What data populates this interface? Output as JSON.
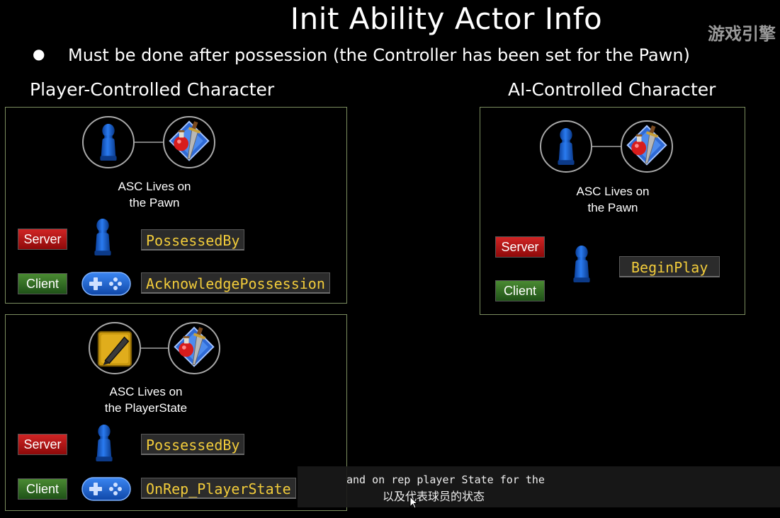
{
  "slide": {
    "title": "Init Ability Actor Info",
    "watermark": "游戏引擎",
    "bullet_symbol": "●",
    "bullet_text": "Must be done after possession (the Controller has been set for the Pawn)"
  },
  "player_section": {
    "title": "Player-Controlled Character",
    "pawn_panel": {
      "asc_label_line1": "ASC Lives on",
      "asc_label_line2": "the Pawn",
      "server_label": "Server",
      "server_function": "PossessedBy",
      "client_label": "Client",
      "client_function": "AcknowledgePossession"
    },
    "playerstate_panel": {
      "asc_label_line1": "ASC Lives on",
      "asc_label_line2": "the PlayerState",
      "server_label": "Server",
      "server_function": "PossessedBy",
      "client_label": "Client",
      "client_function": "OnRep_PlayerState"
    }
  },
  "ai_section": {
    "title": "AI-Controlled Character",
    "pawn_panel": {
      "asc_label_line1": "ASC Lives on",
      "asc_label_line2": "the Pawn",
      "server_label": "Server",
      "client_label": "Client",
      "shared_function": "BeginPlay"
    }
  },
  "subtitles": {
    "english": "and on rep player State for the",
    "chinese": "以及代表球员的状态"
  },
  "colors": {
    "panel_border": "#7b8d5f",
    "server_red": "#c01818",
    "client_green": "#3a7a28",
    "function_text": "#f2cc3b",
    "pawn_blue": "#1060d8"
  },
  "icons": [
    "pawn-icon",
    "ability-sword-potion-icon",
    "gamepad-icon",
    "player-state-notebook-icon"
  ]
}
